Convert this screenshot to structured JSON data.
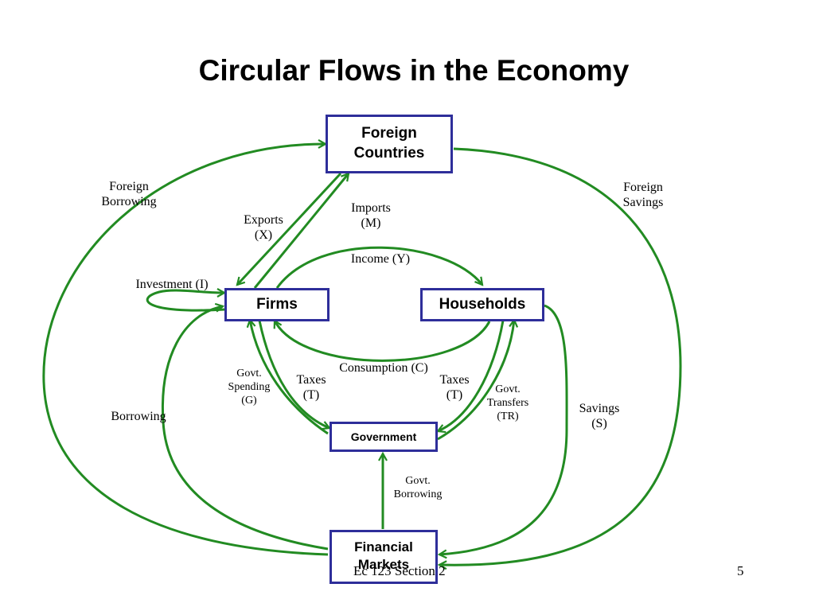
{
  "title": "Circular Flows in the Economy",
  "colors": {
    "arrow": "#228b22",
    "box_border": "#2e2e9a"
  },
  "boxes": {
    "foreign": "Foreign Countries",
    "firms": "Firms",
    "households": "Households",
    "government": "Government",
    "financial": "Financial Markets"
  },
  "labels": {
    "foreign_borrowing": "Foreign Borrowing",
    "foreign_savings": "Foreign Savings",
    "exports": "Exports (X)",
    "imports": "Imports (M)",
    "income": "Income (Y)",
    "investment": "Investment (I)",
    "consumption": "Consumption (C)",
    "govt_spending": "Govt. Spending (G)",
    "taxes_firms": "Taxes (T)",
    "taxes_households": "Taxes (T)",
    "govt_transfers": "Govt. Transfers (TR)",
    "borrowing": "Borrowing",
    "savings": "Savings (S)",
    "govt_borrowing": "Govt. Borrowing"
  },
  "footer": {
    "course": "Ec 123 Section 2",
    "page": "5"
  }
}
